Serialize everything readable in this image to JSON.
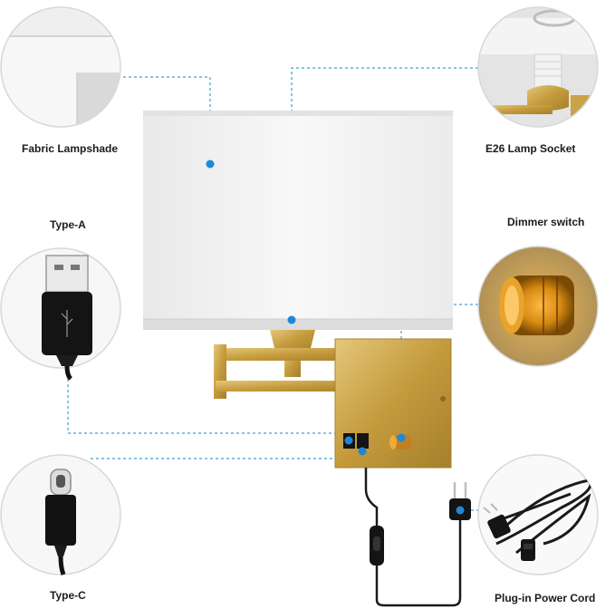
{
  "features": [
    {
      "id": "lampshade",
      "label": "Fabric Lampshade"
    },
    {
      "id": "socket",
      "label": "E26 Lamp Socket"
    },
    {
      "id": "type_a",
      "label": "Type-A"
    },
    {
      "id": "dimmer",
      "label": "Dimmer switch"
    },
    {
      "id": "type_c",
      "label": "Type-C"
    },
    {
      "id": "power_cord",
      "label": "Plug-in Power Cord"
    }
  ],
  "colors": {
    "callout_line": "#3aa0d8",
    "callout_dot": "#1e88d6",
    "brass": "#c9a24a",
    "shade": "#f4f4f4",
    "cable": "#1a1a1a",
    "circle_border": "#d8d8d8"
  },
  "icons": [
    "usb-a-plug-icon",
    "usb-c-plug-icon",
    "dimmer-knob-icon",
    "power-plug-icon"
  ]
}
